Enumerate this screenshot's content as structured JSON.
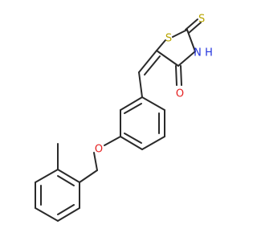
{
  "molecule": {
    "atoms": {
      "S_thioxo": {
        "symbol": "S",
        "color": "#b8a500"
      },
      "S_ring": {
        "symbol": "S",
        "color": "#b8a500"
      },
      "N_ring": {
        "symbol": "N",
        "color": "#2233dd"
      },
      "H_N": {
        "symbol": "H",
        "color": "#2233dd"
      },
      "O_carbonyl": {
        "symbol": "O",
        "color": "#e52020"
      },
      "O_ether": {
        "symbol": "O",
        "color": "#e52020"
      }
    },
    "bond_color": "#2a2a2a",
    "background": "#ffffff"
  }
}
